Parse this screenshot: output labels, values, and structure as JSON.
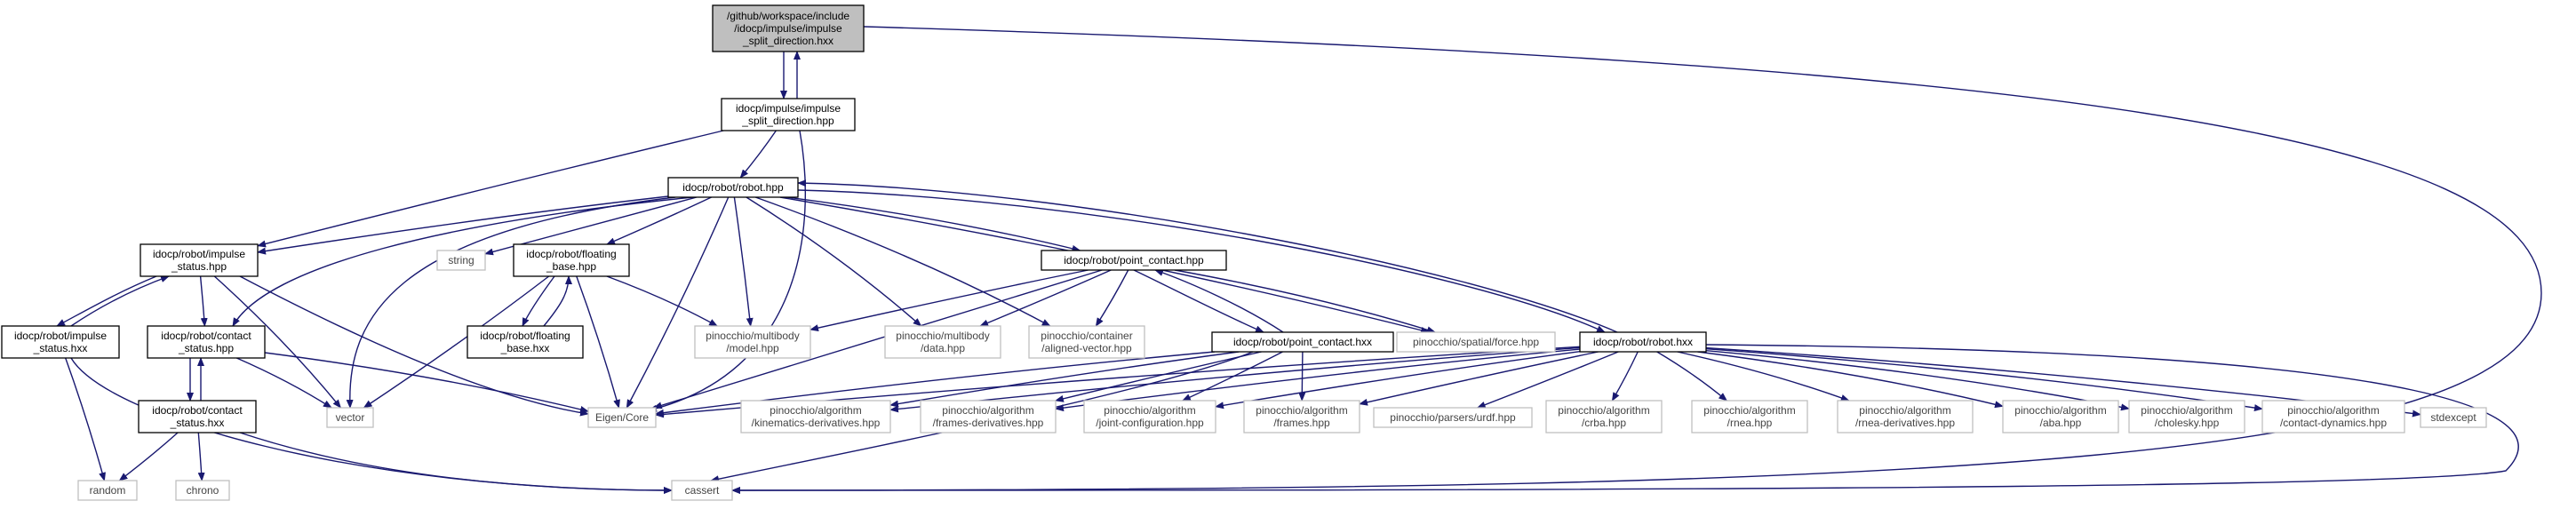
{
  "colors": {
    "edge": "#191970",
    "focus_fill": "#bfbfbf",
    "local_border": "#000000",
    "external_border": "#bfbfbf"
  },
  "nodes": [
    {
      "id": "impulse_split_direction_hxx",
      "kind": "focus",
      "lines": [
        "/github/workspace/include",
        "/idocp/impulse/impulse",
        "_split_direction.hxx"
      ]
    },
    {
      "id": "impulse_split_direction_hpp",
      "kind": "local",
      "lines": [
        "idocp/impulse/impulse",
        "_split_direction.hpp"
      ]
    },
    {
      "id": "robot_hpp",
      "kind": "local",
      "lines": [
        "idocp/robot/robot.hpp"
      ]
    },
    {
      "id": "impulse_status_hpp",
      "kind": "local",
      "lines": [
        "idocp/robot/impulse",
        "_status.hpp"
      ]
    },
    {
      "id": "string",
      "kind": "external",
      "lines": [
        "string"
      ]
    },
    {
      "id": "floating_base_hpp",
      "kind": "local",
      "lines": [
        "idocp/robot/floating",
        "_base.hpp"
      ]
    },
    {
      "id": "point_contact_hpp",
      "kind": "local",
      "lines": [
        "idocp/robot/point_contact.hpp"
      ]
    },
    {
      "id": "impulse_status_hxx",
      "kind": "local",
      "lines": [
        "idocp/robot/impulse",
        "_status.hxx"
      ]
    },
    {
      "id": "contact_status_hpp",
      "kind": "local",
      "lines": [
        "idocp/robot/contact",
        "_status.hpp"
      ]
    },
    {
      "id": "floating_base_hxx",
      "kind": "local",
      "lines": [
        "idocp/robot/floating",
        "_base.hxx"
      ]
    },
    {
      "id": "multibody_model",
      "kind": "external",
      "lines": [
        "pinocchio/multibody",
        "/model.hpp"
      ]
    },
    {
      "id": "multibody_data",
      "kind": "external",
      "lines": [
        "pinocchio/multibody",
        "/data.hpp"
      ]
    },
    {
      "id": "aligned_vector",
      "kind": "external",
      "lines": [
        "pinocchio/container",
        "/aligned-vector.hpp"
      ]
    },
    {
      "id": "point_contact_hxx",
      "kind": "local",
      "lines": [
        "idocp/robot/point_contact.hxx"
      ]
    },
    {
      "id": "spatial_force",
      "kind": "external",
      "lines": [
        "pinocchio/spatial/force.hpp"
      ]
    },
    {
      "id": "robot_hxx",
      "kind": "local",
      "lines": [
        "idocp/robot/robot.hxx"
      ]
    },
    {
      "id": "vector",
      "kind": "external",
      "lines": [
        "vector"
      ]
    },
    {
      "id": "eigen_core",
      "kind": "external",
      "lines": [
        "Eigen/Core"
      ]
    },
    {
      "id": "contact_status_hxx",
      "kind": "local",
      "lines": [
        "idocp/robot/contact",
        "_status.hxx"
      ]
    },
    {
      "id": "kinematics_derivatives",
      "kind": "external",
      "lines": [
        "pinocchio/algorithm",
        "/kinematics-derivatives.hpp"
      ]
    },
    {
      "id": "frames_derivatives",
      "kind": "external",
      "lines": [
        "pinocchio/algorithm",
        "/frames-derivatives.hpp"
      ]
    },
    {
      "id": "joint_configuration",
      "kind": "external",
      "lines": [
        "pinocchio/algorithm",
        "/joint-configuration.hpp"
      ]
    },
    {
      "id": "frames",
      "kind": "external",
      "lines": [
        "pinocchio/algorithm",
        "/frames.hpp"
      ]
    },
    {
      "id": "urdf",
      "kind": "external",
      "lines": [
        "pinocchio/parsers/urdf.hpp"
      ]
    },
    {
      "id": "crba",
      "kind": "external",
      "lines": [
        "pinocchio/algorithm",
        "/crba.hpp"
      ]
    },
    {
      "id": "rnea",
      "kind": "external",
      "lines": [
        "pinocchio/algorithm",
        "/rnea.hpp"
      ]
    },
    {
      "id": "rnea_derivatives",
      "kind": "external",
      "lines": [
        "pinocchio/algorithm",
        "/rnea-derivatives.hpp"
      ]
    },
    {
      "id": "aba",
      "kind": "external",
      "lines": [
        "pinocchio/algorithm",
        "/aba.hpp"
      ]
    },
    {
      "id": "cholesky",
      "kind": "external",
      "lines": [
        "pinocchio/algorithm",
        "/cholesky.hpp"
      ]
    },
    {
      "id": "contact_dynamics",
      "kind": "external",
      "lines": [
        "pinocchio/algorithm",
        "/contact-dynamics.hpp"
      ]
    },
    {
      "id": "stdexcept",
      "kind": "external",
      "lines": [
        "stdexcept"
      ]
    },
    {
      "id": "random",
      "kind": "external",
      "lines": [
        "random"
      ]
    },
    {
      "id": "chrono",
      "kind": "external",
      "lines": [
        "chrono"
      ]
    },
    {
      "id": "cassert",
      "kind": "external",
      "lines": [
        "cassert"
      ]
    }
  ],
  "edges": [
    [
      "impulse_split_direction_hxx",
      "impulse_split_direction_hpp"
    ],
    [
      "impulse_split_direction_hxx",
      "cassert"
    ],
    [
      "impulse_split_direction_hpp",
      "impulse_split_direction_hxx"
    ],
    [
      "impulse_split_direction_hpp",
      "robot_hpp"
    ],
    [
      "impulse_split_direction_hpp",
      "impulse_status_hpp"
    ],
    [
      "impulse_split_direction_hpp",
      "eigen_core"
    ],
    [
      "robot_hpp",
      "impulse_status_hpp"
    ],
    [
      "robot_hpp",
      "string"
    ],
    [
      "robot_hpp",
      "floating_base_hpp"
    ],
    [
      "robot_hpp",
      "point_contact_hpp"
    ],
    [
      "robot_hpp",
      "contact_status_hpp"
    ],
    [
      "robot_hpp",
      "vector"
    ],
    [
      "robot_hpp",
      "eigen_core"
    ],
    [
      "robot_hpp",
      "multibody_model"
    ],
    [
      "robot_hpp",
      "multibody_data"
    ],
    [
      "robot_hpp",
      "aligned_vector"
    ],
    [
      "robot_hpp",
      "spatial_force"
    ],
    [
      "robot_hpp",
      "robot_hxx"
    ],
    [
      "impulse_status_hpp",
      "impulse_status_hxx"
    ],
    [
      "impulse_status_hpp",
      "contact_status_hpp"
    ],
    [
      "impulse_status_hpp",
      "vector"
    ],
    [
      "impulse_status_hpp",
      "eigen_core"
    ],
    [
      "impulse_status_hxx",
      "impulse_status_hpp"
    ],
    [
      "impulse_status_hxx",
      "random"
    ],
    [
      "impulse_status_hxx",
      "cassert"
    ],
    [
      "floating_base_hpp",
      "floating_base_hxx"
    ],
    [
      "floating_base_hpp",
      "vector"
    ],
    [
      "floating_base_hpp",
      "eigen_core"
    ],
    [
      "floating_base_hpp",
      "multibody_model"
    ],
    [
      "floating_base_hxx",
      "floating_base_hpp"
    ],
    [
      "point_contact_hpp",
      "multibody_model"
    ],
    [
      "point_contact_hpp",
      "multibody_data"
    ],
    [
      "point_contact_hpp",
      "aligned_vector"
    ],
    [
      "point_contact_hpp",
      "spatial_force"
    ],
    [
      "point_contact_hpp",
      "point_contact_hxx"
    ],
    [
      "point_contact_hpp",
      "eigen_core"
    ],
    [
      "point_contact_hxx",
      "point_contact_hpp"
    ],
    [
      "point_contact_hxx",
      "eigen_core"
    ],
    [
      "point_contact_hxx",
      "kinematics_derivatives"
    ],
    [
      "point_contact_hxx",
      "frames_derivatives"
    ],
    [
      "point_contact_hxx",
      "joint_configuration"
    ],
    [
      "point_contact_hxx",
      "frames"
    ],
    [
      "point_contact_hxx",
      "cassert"
    ],
    [
      "contact_status_hpp",
      "contact_status_hxx"
    ],
    [
      "contact_status_hpp",
      "vector"
    ],
    [
      "contact_status_hpp",
      "eigen_core"
    ],
    [
      "contact_status_hxx",
      "contact_status_hpp"
    ],
    [
      "contact_status_hxx",
      "random"
    ],
    [
      "contact_status_hxx",
      "chrono"
    ],
    [
      "contact_status_hxx",
      "cassert"
    ],
    [
      "robot_hxx",
      "robot_hpp"
    ],
    [
      "robot_hxx",
      "eigen_core"
    ],
    [
      "robot_hxx",
      "kinematics_derivatives"
    ],
    [
      "robot_hxx",
      "frames_derivatives"
    ],
    [
      "robot_hxx",
      "joint_configuration"
    ],
    [
      "robot_hxx",
      "frames"
    ],
    [
      "robot_hxx",
      "urdf"
    ],
    [
      "robot_hxx",
      "crba"
    ],
    [
      "robot_hxx",
      "rnea"
    ],
    [
      "robot_hxx",
      "rnea_derivatives"
    ],
    [
      "robot_hxx",
      "aba"
    ],
    [
      "robot_hxx",
      "cholesky"
    ],
    [
      "robot_hxx",
      "contact_dynamics"
    ],
    [
      "robot_hxx",
      "stdexcept"
    ],
    [
      "robot_hxx",
      "cassert"
    ]
  ]
}
